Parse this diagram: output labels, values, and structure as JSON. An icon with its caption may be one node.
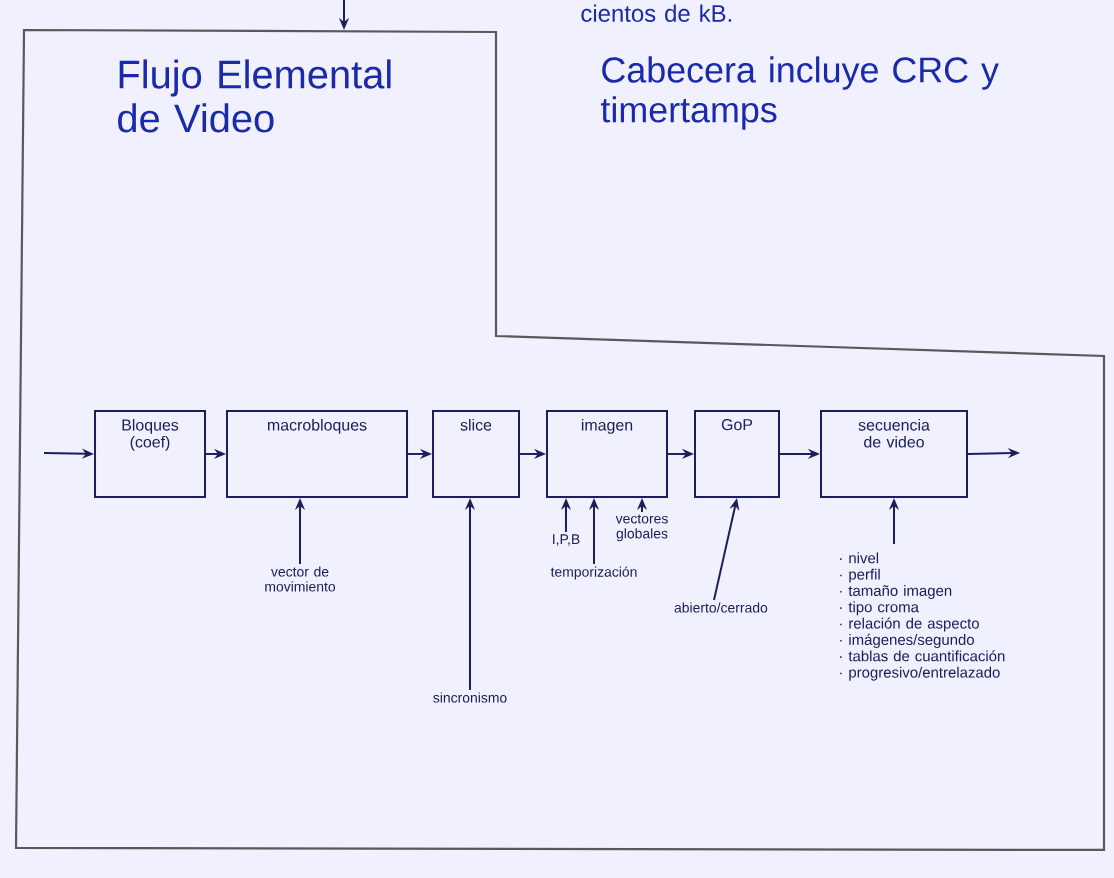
{
  "diagram": {
    "nodes": [
      {
        "text": [
          "Flujo Elemental de Video"
        ]
      },
      {
        "text": [
          "Bloques (coef)"
        ],
        "in": 0
      },
      {
        "text": [
          "macrobloques"
        ],
        "in": 0
      },
      {
        "text": [
          "slice"
        ],
        "in": 0
      },
      {
        "text": [
          "imagen"
        ],
        "in": 0
      },
      {
        "text": [
          "GoP"
        ],
        "in": 0
      },
      {
        "text": [
          "secuencia de video"
        ],
        "in": 0
      },
      {
        "text": [
          "vector de movimiento"
        ],
        "in": 0
      },
      {
        "text": [
          "sincronismo"
        ],
        "in": 0
      },
      {
        "text": [
          "I,P,B"
        ],
        "in": 0
      },
      {
        "text": [
          "temporización"
        ],
        "in": 0
      },
      {
        "text": [
          "vectores globales"
        ],
        "in": 0
      },
      {
        "text": [
          "abierto/cerrado"
        ],
        "in": 0
      },
      {
        "text": [
          "· nivel",
          "· perfil",
          "· tamaño imagen",
          "· tipo croma",
          "· relación de aspecto",
          "· imágenes/segundo",
          "· tablas de cuantificación",
          "· progresivo/entrelazado"
        ],
        "in": 0
      }
    ],
    "edges": [
      {
        "from": null,
        "to": 0,
        "arrow": "to"
      },
      {
        "from": null,
        "to": 1,
        "arrow": "to"
      },
      {
        "from": 1,
        "to": 2,
        "arrow": "to"
      },
      {
        "from": 2,
        "to": 3,
        "arrow": "to"
      },
      {
        "from": 3,
        "to": 4,
        "arrow": "to"
      },
      {
        "from": 4,
        "to": 5,
        "arrow": "to"
      },
      {
        "from": 5,
        "to": 6,
        "arrow": "to"
      },
      {
        "from": 6,
        "to": null,
        "arrow": "to"
      },
      {
        "from": 7,
        "to": 2,
        "arrow": "to"
      },
      {
        "from": 8,
        "to": 3,
        "arrow": "to"
      },
      {
        "from": 9,
        "to": 4,
        "arrow": "to"
      },
      {
        "from": 10,
        "to": 4,
        "arrow": "to"
      },
      {
        "from": 11,
        "to": 4,
        "arrow": "to"
      },
      {
        "from": 12,
        "to": 5,
        "arrow": "to"
      },
      {
        "from": 13,
        "to": 6,
        "arrow": "to"
      }
    ],
    "labels": [
      "cientos de kB.",
      "Cabecera incluye CRC y timertamps"
    ]
  }
}
